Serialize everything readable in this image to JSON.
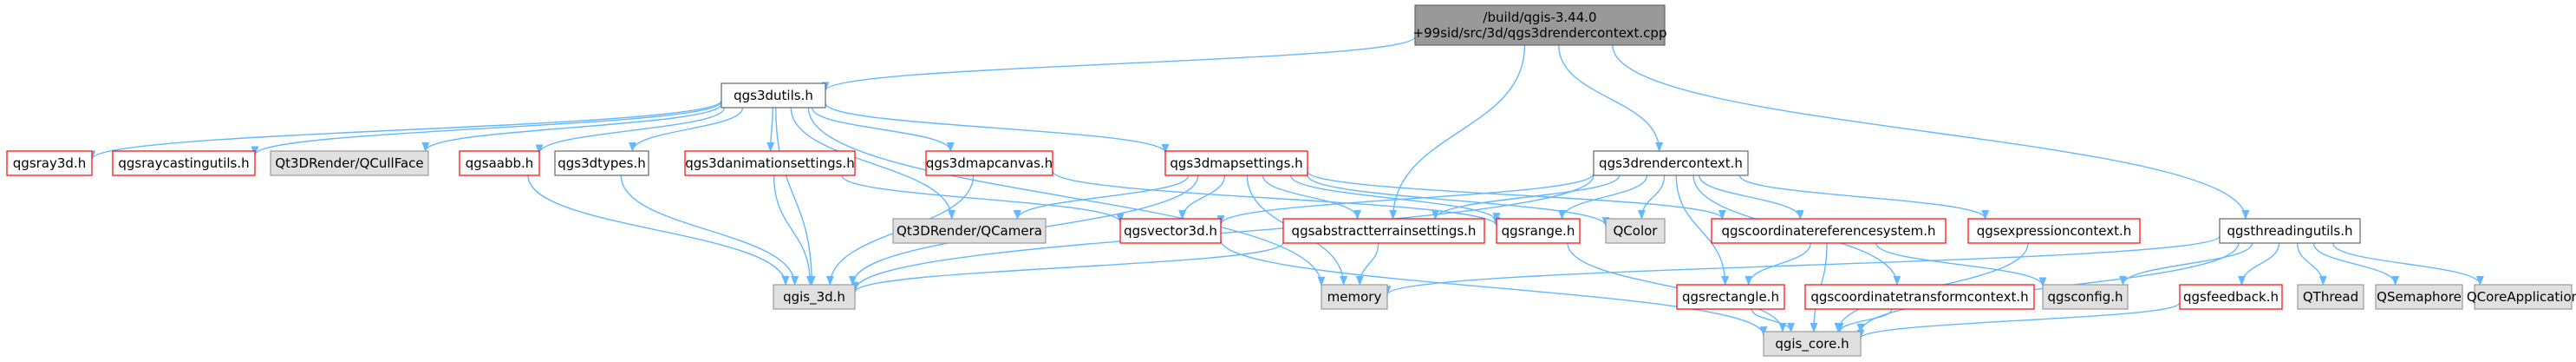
{
  "style": {
    "edge_color": "#63b8ff",
    "root_fill": "#999999",
    "file_fill": "#ffffff",
    "file_border": "#666666",
    "missing_border": "#ff0000",
    "system_fill": "#e0e0e0",
    "system_border": "#999999"
  },
  "nodes": [
    {
      "id": "root",
      "label": "/build/qgis-3.44.0\n+99sid/src/3d/qgs3drendercontext.cpp",
      "kind": "root"
    },
    {
      "id": "qgs3dutils",
      "label": "qgs3dutils.h",
      "kind": "file"
    },
    {
      "id": "qgs3drendercontext",
      "label": "qgs3drendercontext.h",
      "kind": "file"
    },
    {
      "id": "qgsthreadingutils",
      "label": "qgsthreadingutils.h",
      "kind": "file"
    },
    {
      "id": "qgsray3d",
      "label": "qgsray3d.h",
      "kind": "missing"
    },
    {
      "id": "qgsraycastingutils",
      "label": "qgsraycastingutils.h",
      "kind": "missing"
    },
    {
      "id": "qcullface",
      "label": "Qt3DRender/QCullFace",
      "kind": "system"
    },
    {
      "id": "qgsaabb",
      "label": "qgsaabb.h",
      "kind": "missing"
    },
    {
      "id": "qgs3dtypes",
      "label": "qgs3dtypes.h",
      "kind": "file"
    },
    {
      "id": "qgs3danimationsettings",
      "label": "qgs3danimationsettings.h",
      "kind": "missing"
    },
    {
      "id": "qgs3dmapcanvas",
      "label": "qgs3dmapcanvas.h",
      "kind": "missing"
    },
    {
      "id": "qgs3dmapsettings",
      "label": "qgs3dmapsettings.h",
      "kind": "missing"
    },
    {
      "id": "qcamera",
      "label": "Qt3DRender/QCamera",
      "kind": "system"
    },
    {
      "id": "qgsvector3d",
      "label": "qgsvector3d.h",
      "kind": "missing"
    },
    {
      "id": "qgsabstractterrainsettings",
      "label": "qgsabstractterrainsettings.h",
      "kind": "missing"
    },
    {
      "id": "qgsrange",
      "label": "qgsrange.h",
      "kind": "missing"
    },
    {
      "id": "qcolor",
      "label": "QColor",
      "kind": "system"
    },
    {
      "id": "qgscoordinatereferencesystem",
      "label": "qgscoordinatereferencesystem.h",
      "kind": "missing"
    },
    {
      "id": "qgsexpressioncontext",
      "label": "qgsexpressioncontext.h",
      "kind": "missing"
    },
    {
      "id": "qgis_3d",
      "label": "qgis_3d.h",
      "kind": "system"
    },
    {
      "id": "memory",
      "label": "memory",
      "kind": "system"
    },
    {
      "id": "qgsrectangle",
      "label": "qgsrectangle.h",
      "kind": "missing"
    },
    {
      "id": "qgscoordinatetransformcontext",
      "label": "qgscoordinatetransformcontext.h",
      "kind": "missing"
    },
    {
      "id": "qgsconfig",
      "label": "qgsconfig.h",
      "kind": "system"
    },
    {
      "id": "qgsfeedback",
      "label": "qgsfeedback.h",
      "kind": "missing"
    },
    {
      "id": "qthread",
      "label": "QThread",
      "kind": "system"
    },
    {
      "id": "qsemaphore",
      "label": "QSemaphore",
      "kind": "system"
    },
    {
      "id": "qcoreapplication",
      "label": "QCoreApplication",
      "kind": "system"
    },
    {
      "id": "qgis_core",
      "label": "qgis_core.h",
      "kind": "system"
    }
  ],
  "edges": [
    [
      "root",
      "qgs3dutils"
    ],
    [
      "root",
      "qgs3drendercontext"
    ],
    [
      "root",
      "qgsabstractterrainsettings"
    ],
    [
      "root",
      "qgsthreadingutils"
    ],
    [
      "qgs3dutils",
      "qgsray3d"
    ],
    [
      "qgs3dutils",
      "qgsraycastingutils"
    ],
    [
      "qgs3dutils",
      "qcullface"
    ],
    [
      "qgs3dutils",
      "qgsaabb"
    ],
    [
      "qgs3dutils",
      "qgs3dtypes"
    ],
    [
      "qgs3dutils",
      "qgs3danimationsettings"
    ],
    [
      "qgs3dutils",
      "qgs3dmapcanvas"
    ],
    [
      "qgs3dutils",
      "qgs3dmapsettings"
    ],
    [
      "qgs3dutils",
      "qcamera"
    ],
    [
      "qgs3dutils",
      "memory"
    ],
    [
      "qgs3dutils",
      "qgis_3d"
    ],
    [
      "qgsaabb",
      "qgis_3d"
    ],
    [
      "qgs3dtypes",
      "qgis_3d"
    ],
    [
      "qgs3danimationsettings",
      "qgis_3d"
    ],
    [
      "qgs3danimationsettings",
      "qgsvector3d"
    ],
    [
      "qgs3dmapcanvas",
      "qgis_3d"
    ],
    [
      "qgs3dmapcanvas",
      "qgsrange"
    ],
    [
      "qgs3dmapsettings",
      "qcamera"
    ],
    [
      "qgs3dmapsettings",
      "qgsvector3d"
    ],
    [
      "qgs3dmapsettings",
      "qgsabstractterrainsettings"
    ],
    [
      "qgs3dmapsettings",
      "qgsrange"
    ],
    [
      "qgs3dmapsettings",
      "qcolor"
    ],
    [
      "qgs3dmapsettings",
      "memory"
    ],
    [
      "qgs3dmapsettings",
      "qgis_3d"
    ],
    [
      "qgs3dmapsettings",
      "qgscoordinatereferencesystem"
    ],
    [
      "qgs3drendercontext",
      "qgsvector3d"
    ],
    [
      "qgs3drendercontext",
      "qgsabstractterrainsettings"
    ],
    [
      "qgs3drendercontext",
      "qgsrange"
    ],
    [
      "qgs3drendercontext",
      "qcolor"
    ],
    [
      "qgs3drendercontext",
      "qgscoordinatereferencesystem"
    ],
    [
      "qgs3drendercontext",
      "qgsexpressioncontext"
    ],
    [
      "qgs3drendercontext",
      "qgsrectangle"
    ],
    [
      "qgs3drendercontext",
      "qgscoordinatetransformcontext"
    ],
    [
      "qgs3drendercontext",
      "qgis_3d"
    ],
    [
      "qgsthreadingutils",
      "qgsconfig"
    ],
    [
      "qgsthreadingutils",
      "qgsfeedback"
    ],
    [
      "qgsthreadingutils",
      "qthread"
    ],
    [
      "qgsthreadingutils",
      "qsemaphore"
    ],
    [
      "qgsthreadingutils",
      "qcoreapplication"
    ],
    [
      "qgsthreadingutils",
      "memory"
    ],
    [
      "qgsthreadingutils",
      "qgis_core"
    ],
    [
      "qgsvector3d",
      "qgis_core"
    ],
    [
      "qgsabstractterrainsettings",
      "qgis_3d"
    ],
    [
      "qgsabstractterrainsettings",
      "memory"
    ],
    [
      "qgsrange",
      "qgis_core"
    ],
    [
      "qgscoordinatereferencesystem",
      "qgsrectangle"
    ],
    [
      "qgscoordinatereferencesystem",
      "qgsconfig"
    ],
    [
      "qgscoordinatereferencesystem",
      "qgis_core"
    ],
    [
      "qgsexpressioncontext",
      "qgis_core"
    ],
    [
      "qgsrectangle",
      "qgis_core"
    ],
    [
      "qgscoordinatetransformcontext",
      "qgis_core"
    ],
    [
      "qgsfeedback",
      "qgis_core"
    ]
  ]
}
